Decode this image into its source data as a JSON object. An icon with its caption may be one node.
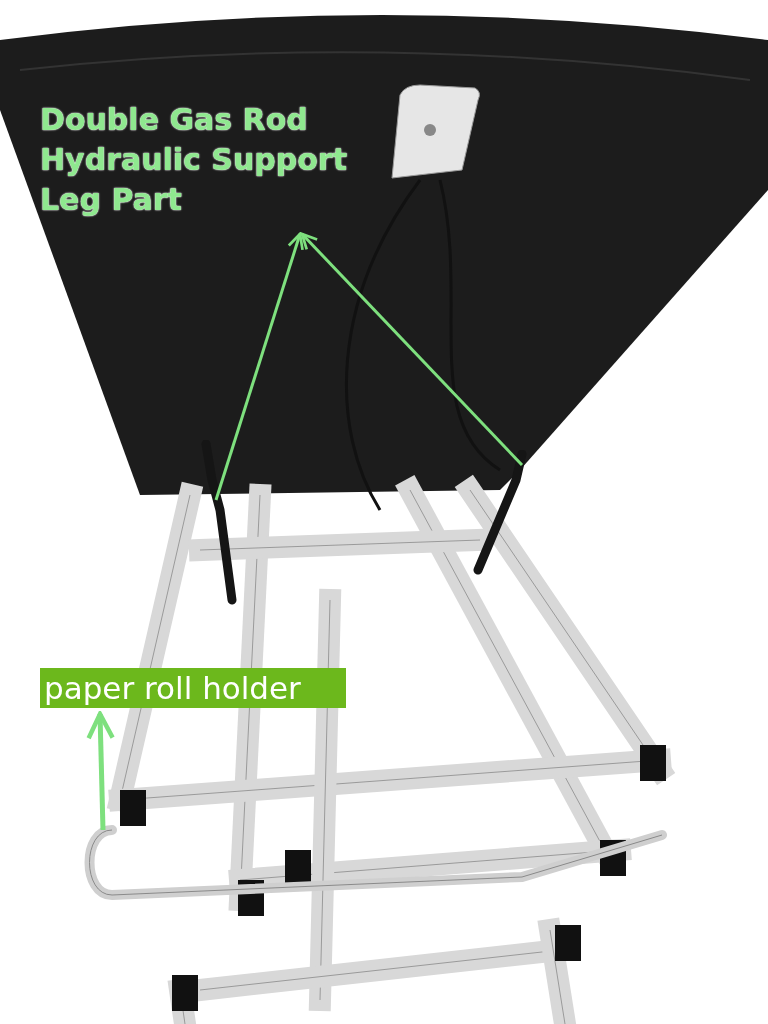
{
  "diagram": {
    "nodes": [
      {
        "text": [
          "Double Gas Rod Hydraulic Support Leg Part"
        ]
      },
      {
        "text": [],
        "shape": "bar"
      },
      {
        "text": [],
        "shape": "bar"
      },
      {
        "text": [
          "paper roll holder"
        ]
      },
      {
        "text": [],
        "shape": "bar"
      }
    ],
    "edges": [
      {
        "from": 1,
        "to": 0,
        "arrow": "to"
      },
      {
        "from": 2,
        "to": 0,
        "arrow": "to"
      },
      {
        "from": 4,
        "to": 3,
        "arrow": "to"
      }
    ]
  }
}
